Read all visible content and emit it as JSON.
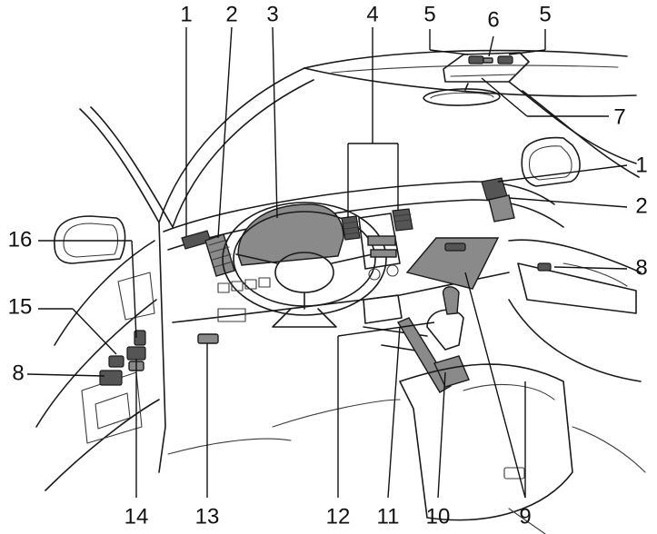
{
  "callouts": {
    "n1_left": "1",
    "n2_left": "2",
    "n3": "3",
    "n4": "4",
    "n5_left": "5",
    "n6": "6",
    "n5_right": "5",
    "n7": "7",
    "n1_right": "1",
    "n2_right": "2",
    "n8_right": "8",
    "n16": "16",
    "n15": "15",
    "n8_left": "8",
    "n14": "14",
    "n13": "13",
    "n12": "12",
    "n11": "11",
    "n10": "10",
    "n9": "9"
  },
  "colors": {
    "line": "#1a1a1a",
    "shade": "#8a8a8a",
    "dark": "#555555",
    "background": "#ffffff"
  }
}
